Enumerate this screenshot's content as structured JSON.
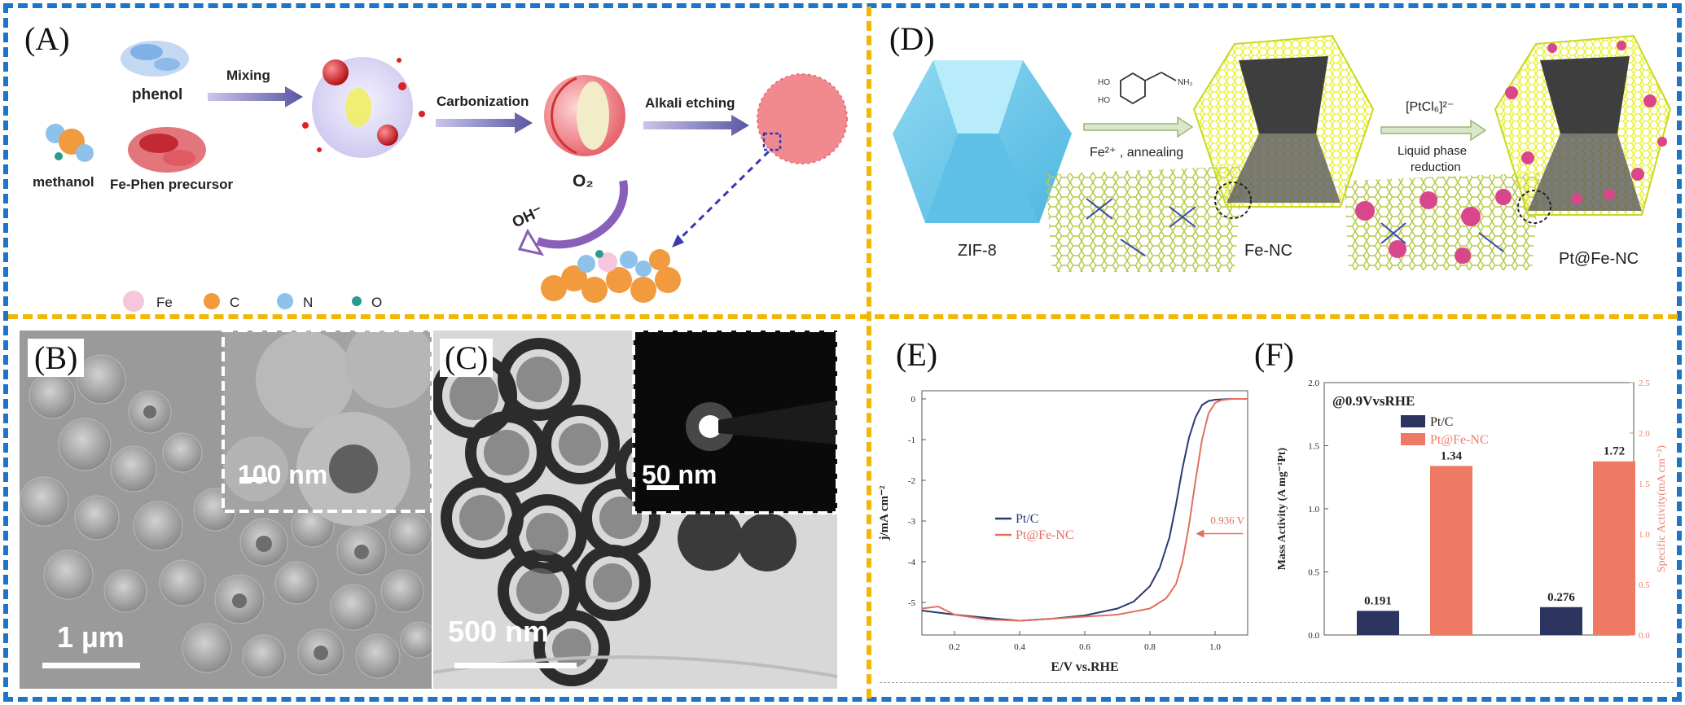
{
  "panels": {
    "A": {
      "label": "(A)",
      "species": {
        "phenol": "phenol",
        "methanol": "methanol",
        "precursor": "Fe-Phen precursor"
      },
      "steps": [
        "Mixing",
        "Carbonization",
        "Alkali etching"
      ],
      "o2": "O₂",
      "oh": "OH⁻",
      "legend": [
        "Fe",
        "C",
        "N",
        "O"
      ]
    },
    "B": {
      "label": "(B)",
      "scale_main": "1 µm",
      "scale_inset": "100 nm"
    },
    "C": {
      "label": "(C)",
      "scale_main": "500 nm",
      "scale_inset": "50 nm"
    },
    "D": {
      "label": "(D)",
      "names": [
        "ZIF-8",
        "Fe-NC",
        "Pt@Fe-NC"
      ],
      "step1_top": "HO / HO dopamine",
      "step1_bottom": "Fe²⁺ , annealing",
      "step2_top": "[PtCl₆]²⁻",
      "step2_bottom_1": "Liquid phase",
      "step2_bottom_2": "reduction"
    },
    "E": {
      "label": "(E)"
    },
    "F": {
      "label": "(F)"
    }
  },
  "chart_data": [
    {
      "type": "line",
      "xlabel": "E/V vs.RHE",
      "ylabel": "j/mA cm⁻²",
      "xlim": [
        0.1,
        1.1
      ],
      "ylim": [
        -5.8,
        0.2
      ],
      "xticks": [
        0.2,
        0.4,
        0.6,
        0.8,
        1.0
      ],
      "yticks": [
        0,
        -1,
        -2,
        -3,
        -4,
        -5
      ],
      "annotation": "0.936 V",
      "series": [
        {
          "name": "Pt/C",
          "color": "#2b3a6e",
          "x": [
            0.1,
            0.2,
            0.3,
            0.4,
            0.5,
            0.6,
            0.7,
            0.75,
            0.8,
            0.83,
            0.86,
            0.88,
            0.9,
            0.92,
            0.94,
            0.96,
            0.98,
            1.0,
            1.05,
            1.1
          ],
          "y": [
            -5.2,
            -5.3,
            -5.38,
            -5.45,
            -5.4,
            -5.32,
            -5.15,
            -4.98,
            -4.6,
            -4.15,
            -3.4,
            -2.6,
            -1.7,
            -0.95,
            -0.45,
            -0.15,
            -0.05,
            -0.02,
            0.0,
            0.0
          ]
        },
        {
          "name": "Pt@Fe-NC",
          "color": "#e07060",
          "x": [
            0.1,
            0.15,
            0.2,
            0.3,
            0.4,
            0.5,
            0.6,
            0.7,
            0.8,
            0.85,
            0.88,
            0.9,
            0.92,
            0.94,
            0.96,
            0.98,
            1.0,
            1.02,
            1.05,
            1.1
          ],
          "y": [
            -5.15,
            -5.1,
            -5.3,
            -5.42,
            -5.45,
            -5.4,
            -5.35,
            -5.3,
            -5.15,
            -4.9,
            -4.55,
            -4.0,
            -3.1,
            -2.0,
            -1.0,
            -0.35,
            -0.1,
            -0.03,
            0.0,
            0.0
          ]
        }
      ]
    },
    {
      "type": "bar",
      "title": "@0.9VvsRHE",
      "ylabel": "Mass Activity (A mg⁻¹Pt)",
      "ylabel_right": "Specific Activity(mA cm⁻²)",
      "ylim": [
        0,
        2.0
      ],
      "ylim_right": [
        0,
        2.5
      ],
      "yticks": [
        0.0,
        0.5,
        1.0,
        1.5,
        2.0
      ],
      "yticks_right": [
        0.0,
        0.5,
        1.0,
        1.5,
        2.0,
        2.5
      ],
      "series": [
        {
          "name": "Pt/C",
          "color": "#2b3560"
        },
        {
          "name": "Pt@Fe-NC",
          "color": "#ee7a66"
        }
      ],
      "bars": [
        {
          "series": "Pt/C",
          "axis": "left",
          "value": 0.191,
          "label": "0.191"
        },
        {
          "series": "Pt@Fe-NC",
          "axis": "left",
          "value": 1.34,
          "label": "1.34"
        },
        {
          "series": "Pt/C",
          "axis": "right",
          "value": 0.276,
          "label": "0.276"
        },
        {
          "series": "Pt@Fe-NC",
          "axis": "right",
          "value": 1.72,
          "label": "1.72"
        }
      ]
    }
  ]
}
